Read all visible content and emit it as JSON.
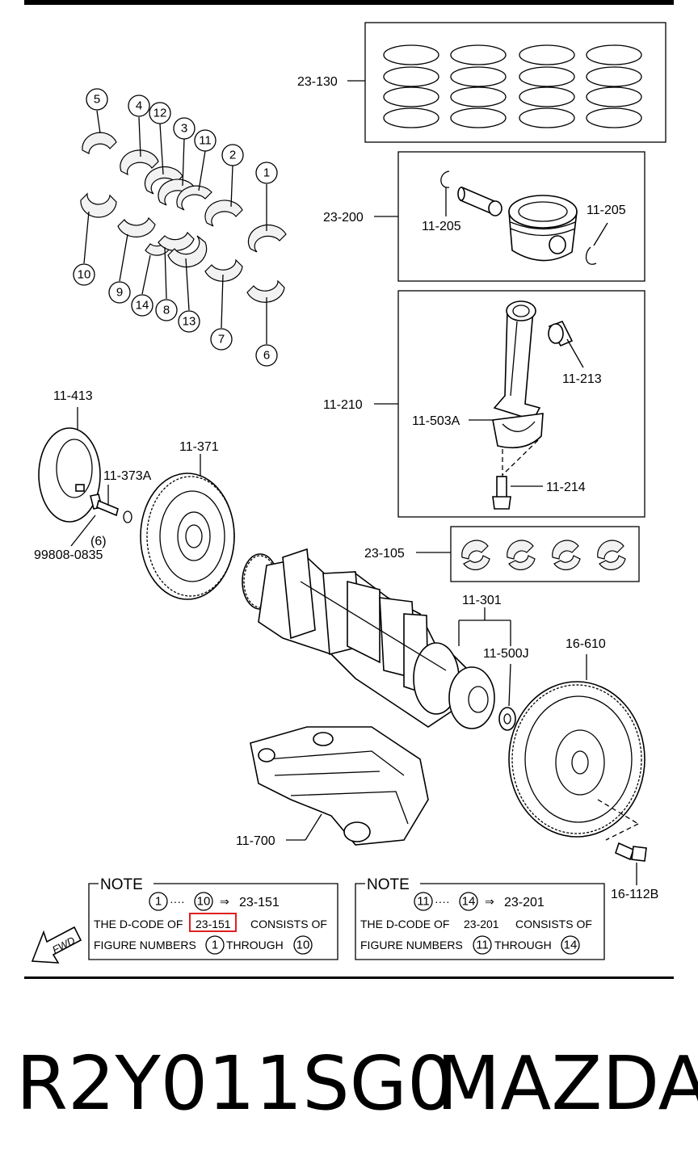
{
  "title": {
    "part_number": "R2Y011SG0",
    "brand": "MAZDA"
  },
  "labels": {
    "rings": "23-130",
    "piston_set": "23-200",
    "snap_ring_left": "11-205",
    "snap_ring_right": "11-205",
    "conrod_assembly": "11-210",
    "conrod_bushing": "11-213",
    "conrod_cap": "11-503A",
    "conrod_bolt": "11-214",
    "conrod_bearings": "23-105",
    "pulley_plate": "11-413",
    "pulley": "11-371",
    "pulley_washer": "11-373A",
    "pulley_bolt": "99808-0835",
    "pulley_bolt_qty": "(6)",
    "crankshaft": "11-301",
    "pilot_bearing": "11-500J",
    "flywheel": "16-610",
    "flywheel_bolt": "16-112B",
    "balancer": "11-700"
  },
  "callouts": [
    "1",
    "2",
    "3",
    "4",
    "5",
    "6",
    "7",
    "8",
    "9",
    "10",
    "11",
    "12",
    "13",
    "14"
  ],
  "notes": [
    {
      "heading": "NOTE",
      "range_start": "1",
      "range_dots": "····",
      "range_end": "10",
      "arrow": "⇒",
      "dcode": "23-151",
      "line2_prefix": "THE D-CODE OF",
      "line2_code": "23-151",
      "line2_suffix": "CONSISTS OF",
      "line3_prefix": "FIGURE NUMBERS",
      "line3_from": "1",
      "line3_through": "THROUGH",
      "line3_to": "10"
    },
    {
      "heading": "NOTE",
      "range_start": "11",
      "range_dots": "····",
      "range_end": "14",
      "arrow": "⇒",
      "dcode": "23-201",
      "line2_prefix": "THE D-CODE OF",
      "line2_code": "23-201",
      "line2_suffix": "CONSISTS OF",
      "line3_prefix": "FIGURE NUMBERS",
      "line3_from": "11",
      "line3_through": "THROUGH",
      "line3_to": "14"
    }
  ],
  "fwd_label": "FWD",
  "colors": {
    "highlight_box": "#e02020",
    "ink": "#000000",
    "background": "#ffffff"
  }
}
